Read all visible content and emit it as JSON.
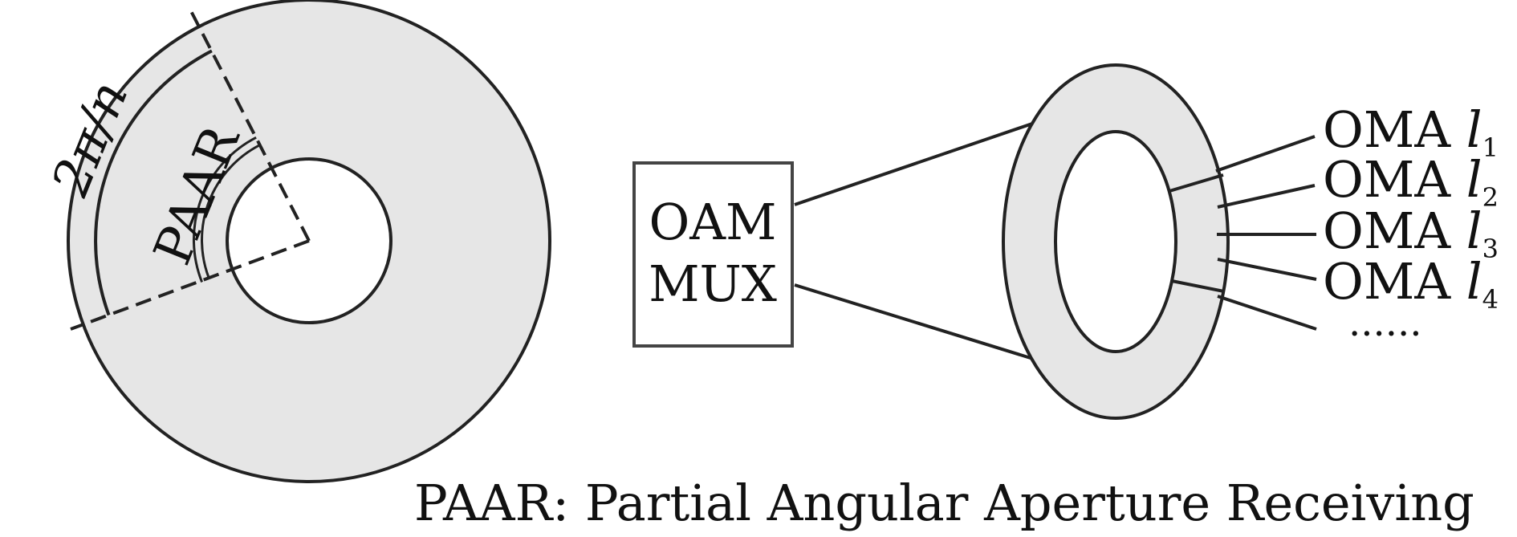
{
  "left_figure": {
    "label_angle": "2π/n",
    "label_paar": "PAAR"
  },
  "mux_box": {
    "line1": "OAM",
    "line2": "MUX"
  },
  "outputs": [
    {
      "text": "OMA ",
      "var": "l",
      "sub": "1"
    },
    {
      "text": "OMA ",
      "var": "l",
      "sub": "2"
    },
    {
      "text": "OMA ",
      "var": "l",
      "sub": "3"
    },
    {
      "text": "OMA ",
      "var": "l",
      "sub": "4"
    }
  ],
  "ellipsis": "......",
  "caption": "PAAR: Partial Angular Aperture Receiving",
  "colors": {
    "ring_fill": "#e6e6e6",
    "stroke": "#222222"
  }
}
